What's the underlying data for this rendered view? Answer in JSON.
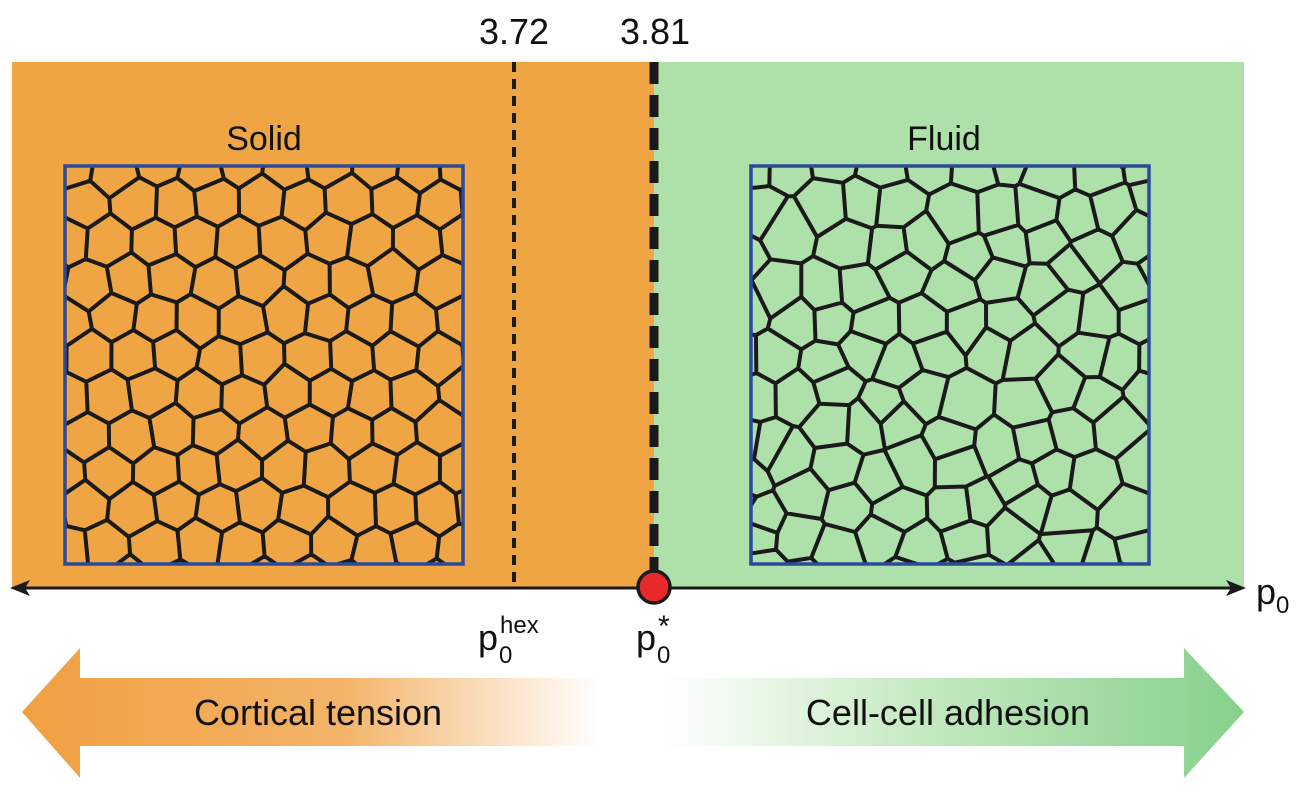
{
  "thresholds": {
    "hex_value": "3.72",
    "star_value": "3.81"
  },
  "phases": {
    "left_label": "Solid",
    "right_label": "Fluid"
  },
  "axis": {
    "label_base": "p",
    "label_sub": "0",
    "hex_marker_base": "p",
    "hex_marker_sub": "0",
    "hex_marker_sup": "hex",
    "star_marker_base": "p",
    "star_marker_sub": "0",
    "star_marker_sup": "*"
  },
  "arrows": {
    "left_text": "Cortical tension",
    "right_text": "Cell-cell adhesion"
  },
  "colors": {
    "solid_region": "#EFA543",
    "fluid_region": "#AEE0AA",
    "solid_arrow": "#F0A040",
    "fluid_arrow": "#86D08C",
    "tissue_frame": "#2B4A9A",
    "cell_edges": "#1a1a1a",
    "critical_point": "#E8282A"
  },
  "icons": {
    "solid_tissue": "voronoi-cell-network-ordered",
    "fluid_tissue": "voronoi-cell-network-disordered"
  }
}
